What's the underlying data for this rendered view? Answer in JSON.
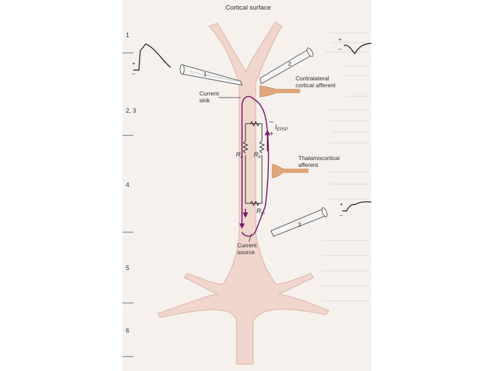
{
  "figure": {
    "top_label": "Cortical surface",
    "layers": [
      "1",
      "2, 3",
      "4",
      "5",
      "6"
    ],
    "labels": {
      "current_sink_line1": "Current",
      "current_sink_line2": "sink",
      "current_source_line1": "Current",
      "current_source_line2": "source",
      "contralateral_line1": "Contralateral",
      "contralateral_line2": "cortical afferent",
      "thalamocortical_line1": "Thalamocortical",
      "thalamocortical_line2": "afferent"
    },
    "electrodes": [
      "1",
      "2",
      "3"
    ],
    "polarity": {
      "plus": "+",
      "minus": "–"
    },
    "resistors": {
      "r_axial": "R",
      "r_axial_sub": "a",
      "r_b": "R",
      "r_b_sub": "b",
      "r_m": "R",
      "r_m_sub": "m"
    },
    "current": {
      "symbol": "I",
      "subscript": "EPSP"
    },
    "colors": {
      "background": "#f6f1ec",
      "neuron": "#f0d6cc",
      "afferent": "#e0a57a",
      "current_loop": "#7a1a6e",
      "ink": "#2a2a2a"
    }
  }
}
